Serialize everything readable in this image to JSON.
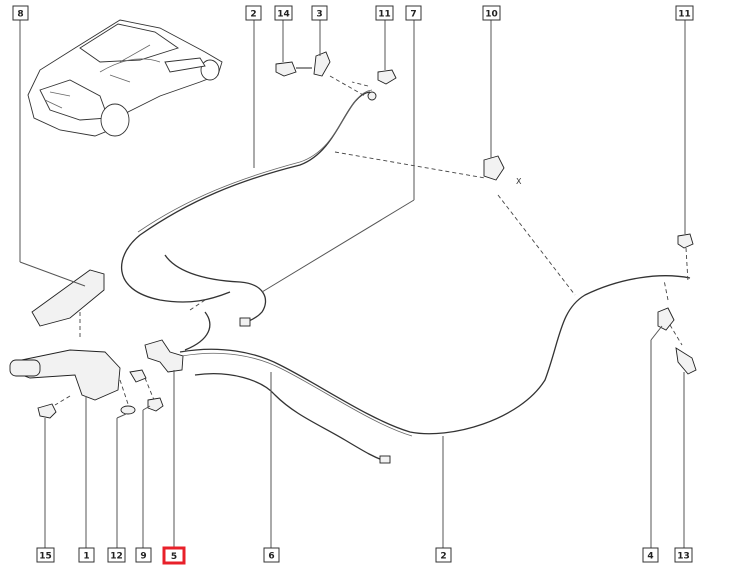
{
  "diagram": {
    "selected_ref": "5",
    "accent_color": "#e8202a",
    "callouts": [
      {
        "id": "c8",
        "label": "8"
      },
      {
        "id": "c2t",
        "label": "2"
      },
      {
        "id": "c14",
        "label": "14"
      },
      {
        "id": "c3",
        "label": "3"
      },
      {
        "id": "c11a",
        "label": "11"
      },
      {
        "id": "c7",
        "label": "7"
      },
      {
        "id": "c10",
        "label": "10"
      },
      {
        "id": "c11b",
        "label": "11"
      },
      {
        "id": "c15",
        "label": "15"
      },
      {
        "id": "c1",
        "label": "1"
      },
      {
        "id": "c12",
        "label": "12"
      },
      {
        "id": "c9",
        "label": "9"
      },
      {
        "id": "c5",
        "label": "5"
      },
      {
        "id": "c6",
        "label": "6"
      },
      {
        "id": "c2b",
        "label": "2"
      },
      {
        "id": "c4",
        "label": "4"
      },
      {
        "id": "c13",
        "label": "13"
      }
    ],
    "annotations": {
      "x_mark": "X"
    }
  }
}
